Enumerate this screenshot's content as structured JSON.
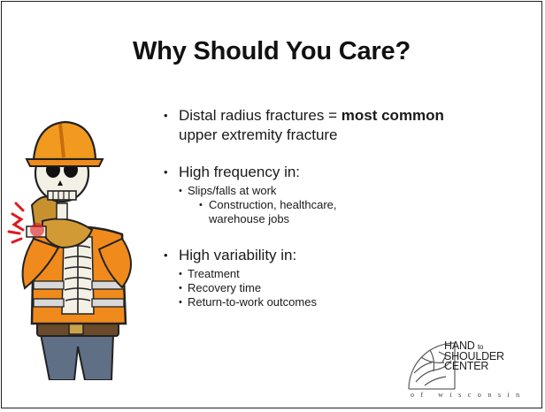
{
  "slide": {
    "title": "Why Should You Care?"
  },
  "bullets": {
    "b1_pre": "Distal radius fractures = ",
    "b1_bold": "most common",
    "b1_cont": "upper extremity fracture",
    "b2": "High frequency in:",
    "b2_sub1": "Slips/falls at work",
    "b2_sub2_line1": "Construction, healthcare,",
    "b2_sub2_line2": "warehouse jobs",
    "b3": "High variability in:",
    "b3_sub": [
      "Treatment",
      "Recovery time",
      "Return-to-work outcomes"
    ]
  },
  "logo": {
    "line1": "HAND",
    "line1_small": "to",
    "line2": "SHOULDER",
    "line3": "CENTER",
    "sub": "of wisconsin"
  },
  "icons": {
    "mascot": "skeleton-construction-worker-illustration",
    "logo": "hand-to-shoulder-center-logo"
  },
  "colors": {
    "vest_orange": "#f08a1c",
    "helmet_orange": "#f29a1f",
    "reflective": "#d8d8d8",
    "pain_red": "#e0191f"
  }
}
